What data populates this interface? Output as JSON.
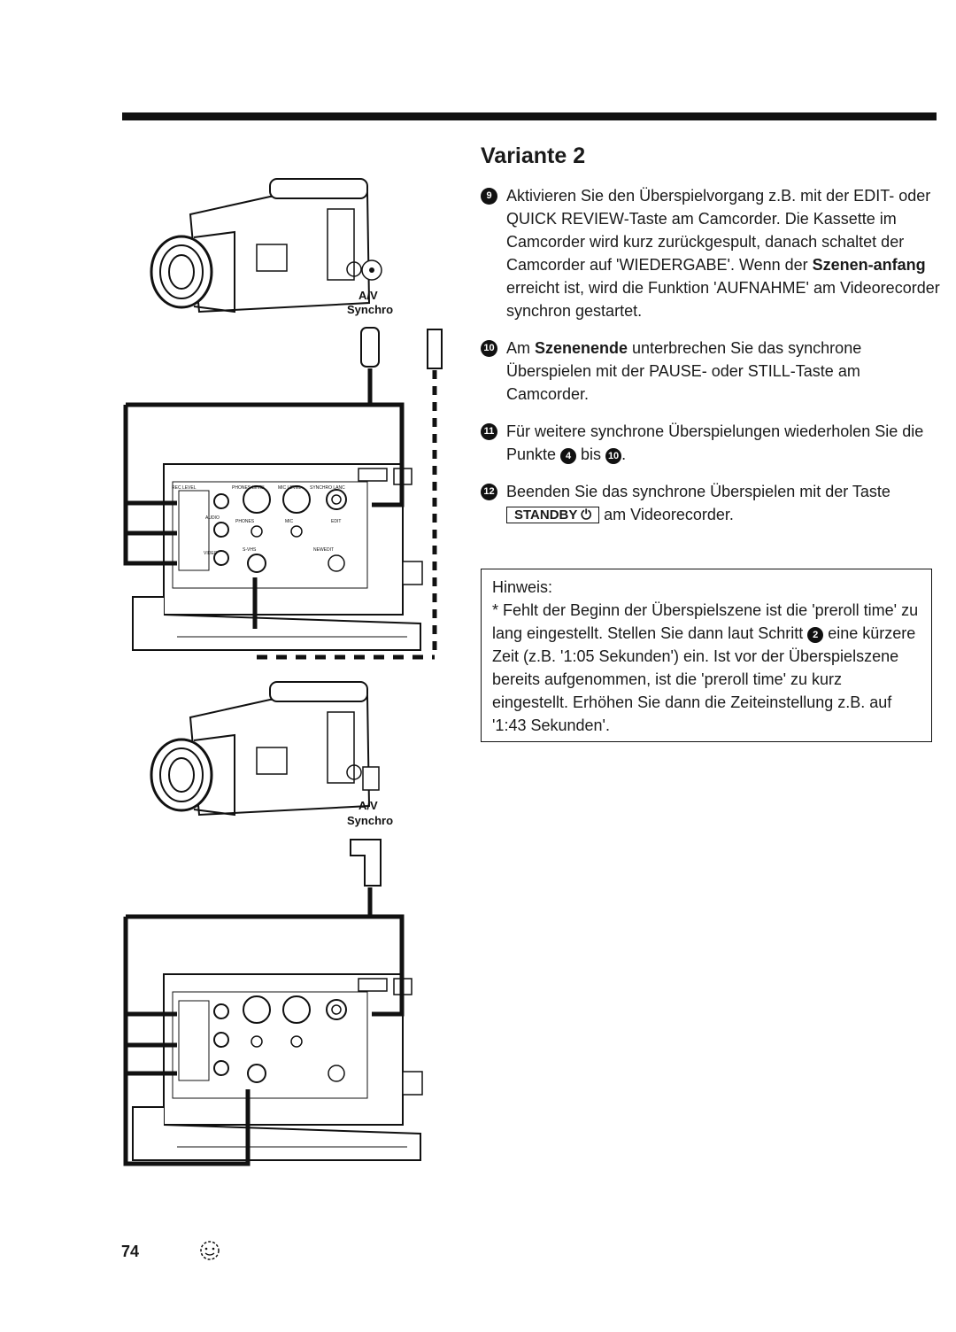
{
  "heading": "Variante 2",
  "steps": [
    {
      "number": "9",
      "parts": [
        {
          "t": "Aktivieren Sie den Überspielvorgang z.B. mit der EDIT- oder QUICK REVIEW-Taste am Camcorder. Die Kassette im Camcorder wird kurz zurückgespult, danach schaltet der Camcorder auf 'WIEDERGABE'. Wenn der "
        },
        {
          "b": "Szenen-anfang"
        },
        {
          "t": " erreicht ist, wird die Funktion 'AUFNAHME' am Videorecorder synchron gestartet."
        }
      ]
    },
    {
      "number": "10",
      "parts": [
        {
          "t": "Am "
        },
        {
          "b": "Szenenende"
        },
        {
          "t": " unterbrechen Sie das synchrone Überspielen mit der PAUSE- oder STILL-Taste am Camcorder."
        }
      ]
    },
    {
      "number": "11",
      "parts": [
        {
          "t": "Für weitere synchrone Überspielungen wiederholen Sie die Punkte "
        },
        {
          "n": "4"
        },
        {
          "t": " bis "
        },
        {
          "n": "10"
        },
        {
          "t": "."
        }
      ]
    },
    {
      "number": "12",
      "parts": [
        {
          "t": "Beenden Sie das synchrone Überspielen mit der Taste "
        },
        {
          "k": "STANDBY ⏻"
        },
        {
          "t": " am Videorecorder."
        }
      ]
    }
  ],
  "note": {
    "label": "Hinweis:",
    "parts": [
      {
        "t": "* Fehlt der Beginn der Überspielszene ist die 'preroll time' zu lang eingestellt. Stellen Sie dann laut Schritt "
      },
      {
        "n": "2"
      },
      {
        "t": " eine kürzere Zeit (z.B. '1:05 Sekunden') ein. Ist vor der Überspielszene bereits aufgenommen, ist die 'preroll time' zu kurz eingestellt. Erhöhen Sie dann die Zeiteinstellung z.B. auf '1:43 Sekunden'."
      }
    ]
  },
  "figure": {
    "label_av": "A/V",
    "label_synchro": "Synchro",
    "panel_labels": {
      "rec_level": "REC LEVEL",
      "phones_level": "PHONES LEVEL",
      "mic_level": "MIC LEVEL",
      "synchro_lanc": "SYNCHRO LANC",
      "audio": "AUDIO",
      "video": "VIDEO",
      "phones": "PHONES",
      "mic": "MIC",
      "edit": "EDIT",
      "svhs": "S-VHS",
      "newedit": "NEWEDIT"
    }
  },
  "page_number": "74"
}
